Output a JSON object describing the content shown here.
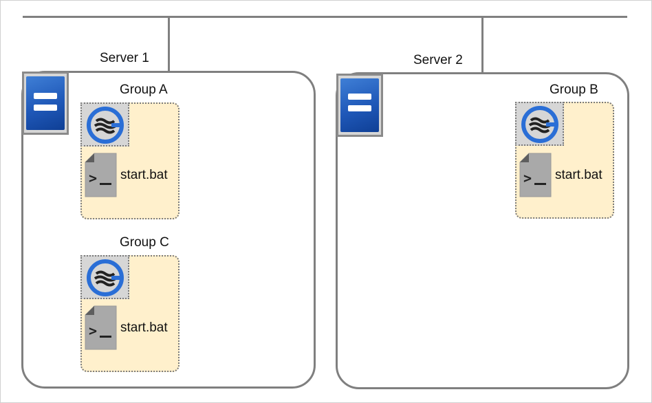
{
  "diagram": {
    "servers": [
      {
        "name": "Server 1",
        "icon": "server-icon"
      },
      {
        "name": "Server 2",
        "icon": "server-icon"
      }
    ],
    "groups": [
      {
        "name": "Group A",
        "server": "Server 1",
        "resource_icon": "group-resource-icon",
        "script_icon": "script-file-icon",
        "script": "start.bat"
      },
      {
        "name": "Group C",
        "server": "Server 1",
        "resource_icon": "group-resource-icon",
        "script_icon": "script-file-icon",
        "script": "start.bat"
      },
      {
        "name": "Group B",
        "server": "Server 2",
        "resource_icon": "group-resource-icon",
        "script_icon": "script-file-icon",
        "script": "start.bat"
      }
    ]
  },
  "colors": {
    "group_fill": "#fff0cc",
    "server_blue": "#1f58b8",
    "line_gray": "#808080"
  }
}
